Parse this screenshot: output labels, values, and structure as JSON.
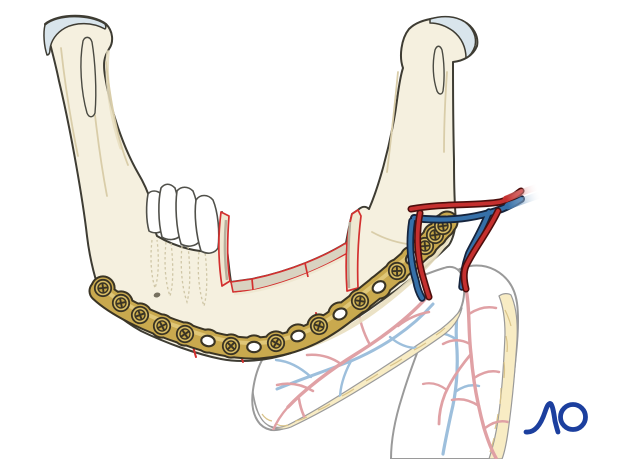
{
  "logo": {
    "text": "AO",
    "color": "#1C3F9E"
  },
  "illustration": {
    "alt": "Mandible reconstructed with an angled plate bridging three bone graft segments, vascular pedicle and two soft-tissue paddles",
    "plate": {
      "holes": 19,
      "screws": 13,
      "empty_holes": 6
    },
    "graft": {
      "segments": 3
    },
    "teeth": {
      "count": 4
    },
    "colors": {
      "bone": "#F5F0DF",
      "bone_shade": "#D9CDA9",
      "outline": "#3E3C33",
      "cartilage": "#D9E5EC",
      "plate_gold": "#C9A94E",
      "plate_dark": "#3A3424",
      "screw_gold": "#D8BD65",
      "osteotomy_red": "#D3302F",
      "artery": "#C5302F",
      "artery_outline": "#4D0E0C",
      "vein": "#3670A8",
      "vein_outline": "#15243D",
      "pale_artery": "#E0A1A5",
      "pale_vein": "#9DBFDC",
      "paddle_outline": "#9A9A9A",
      "fat": "#F8ECC4",
      "fat_line": "#D9C389",
      "graft_surface": "#D9D3C1",
      "background": "#FFFFFF"
    },
    "parts": [
      "left condyle",
      "right condyle",
      "left ramus",
      "right ramus",
      "teeth",
      "tooth roots (dotted)",
      "mental foramen",
      "osteotomy cut left",
      "osteotomy cut right",
      "graft top surface",
      "reconstruction plate",
      "locking screws",
      "empty plate holes",
      "pedicle artery",
      "pedicle vein",
      "soft-tissue paddle left",
      "soft-tissue paddle right",
      "subcutaneous fat strip",
      "AO logo"
    ]
  }
}
